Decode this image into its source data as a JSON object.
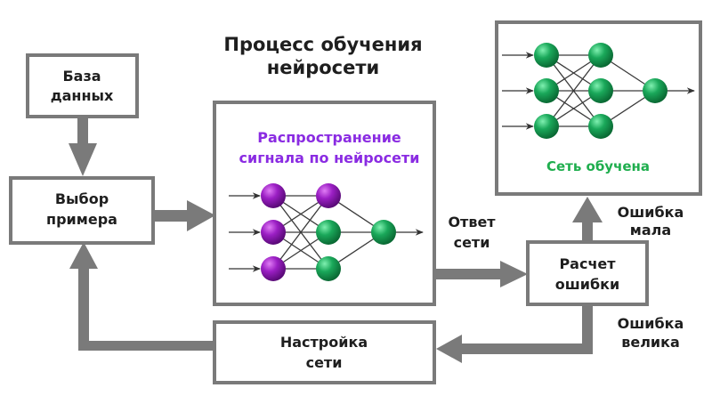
{
  "title": {
    "line1": "Процесс обучения",
    "line2": "нейросети"
  },
  "boxes": {
    "database": {
      "line1": "База",
      "line2": "данных"
    },
    "select_example": {
      "line1": "Выбор",
      "line2": "примера"
    },
    "propagation": {
      "line1": "Распространение",
      "line2": "сигнала по нейросети"
    },
    "trained": {
      "label": "Сеть обучена"
    },
    "error_calc": {
      "line1": "Расчет",
      "line2": "ошибки"
    },
    "tuning": {
      "line1": "Настройка",
      "line2": "сети"
    }
  },
  "labels": {
    "network_answer": {
      "line1": "Ответ",
      "line2": "сети"
    },
    "error_small": {
      "line1": "Ошибка",
      "line2": "мала"
    },
    "error_large": {
      "line1": "Ошибка",
      "line2": "велика"
    }
  },
  "colors": {
    "box_border": "#7a7a7a",
    "arrow": "#7a7a7a",
    "neuron_purple": "#9b1fc4",
    "neuron_green": "#1aa85a",
    "purple_text": "#8a2be2",
    "green_text": "#1fae4e",
    "text": "#1e1e1e"
  },
  "networks": {
    "propagation_network": {
      "layers": [
        [
          "purple",
          "purple",
          "purple"
        ],
        [
          "purple",
          "green",
          "green"
        ],
        [
          "green"
        ]
      ]
    },
    "trained_network": {
      "layers": [
        [
          "green",
          "green",
          "green"
        ],
        [
          "green",
          "green",
          "green"
        ],
        [
          "green"
        ]
      ]
    }
  }
}
